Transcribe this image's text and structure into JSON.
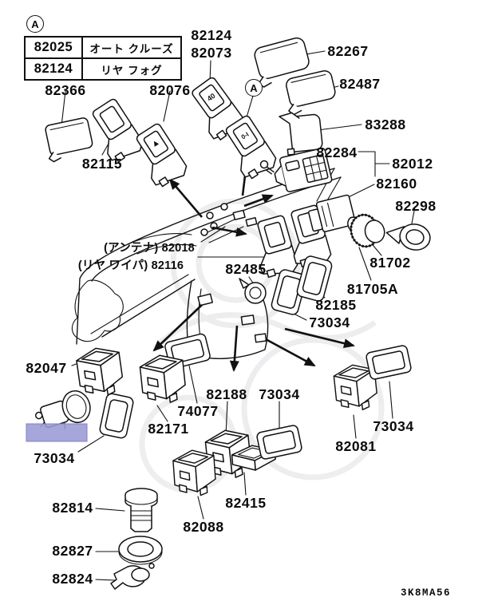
{
  "doc": {
    "code": "3K8MA56"
  },
  "legend": {
    "marker": "A",
    "rows": [
      {
        "part_no": "82025",
        "name": "オート クルーズ"
      },
      {
        "part_no": "82124",
        "name": "リヤ フォグ"
      }
    ]
  },
  "colors": {
    "background": "#ffffff",
    "line_art": "#111111",
    "highlight": "#9a9ad6",
    "highlight_border": "#8080bf",
    "watermark": "#e0e0e4"
  },
  "icons": {
    "hazard_triangle": "▲",
    "fog_lamp": "40",
    "power_io": "0-I"
  },
  "callouts": [
    {
      "text": "82124"
    },
    {
      "text": "82073"
    },
    {
      "text": "82267"
    },
    {
      "text": "82487"
    },
    {
      "text": "82366"
    },
    {
      "text": "82076"
    },
    {
      "text": "83288"
    },
    {
      "text": "82115"
    },
    {
      "text": "82284"
    },
    {
      "text": "82012"
    },
    {
      "text": "82160"
    },
    {
      "text": "82298"
    },
    {
      "text": "(アンテナ) 82018"
    },
    {
      "text": "(リヤ ワイパ) 82116"
    },
    {
      "text": "82485"
    },
    {
      "text": "81702"
    },
    {
      "text": "81705A"
    },
    {
      "text": "82185"
    },
    {
      "text": "73034"
    },
    {
      "text": "82047"
    },
    {
      "text": "73034"
    },
    {
      "text": "74077"
    },
    {
      "text": "82171"
    },
    {
      "text": "82188"
    },
    {
      "text": "73034"
    },
    {
      "text": "82081"
    },
    {
      "text": "73034"
    },
    {
      "text": "82415"
    },
    {
      "text": "82088"
    },
    {
      "text": "82814"
    },
    {
      "text": "82827"
    },
    {
      "text": "82824"
    }
  ]
}
